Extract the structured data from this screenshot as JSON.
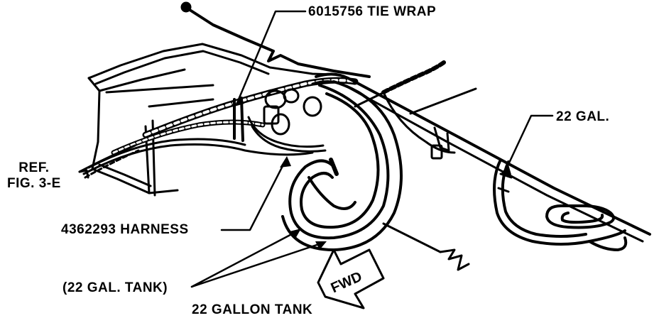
{
  "diagram": {
    "colors": {
      "ink": "#000000",
      "paper": "#ffffff"
    },
    "callouts": {
      "tie_wrap": "6015756 TIE WRAP",
      "gal_22": "22 GAL.",
      "ref_line1": "REF.",
      "ref_line2": "FIG. 3-E",
      "harness": "4362293 HARNESS",
      "tank_22_gal": "(22 GAL. TANK)",
      "tank_22_gallon": "22 GALLON TANK"
    },
    "direction_arrow": {
      "label": "FWD"
    }
  }
}
